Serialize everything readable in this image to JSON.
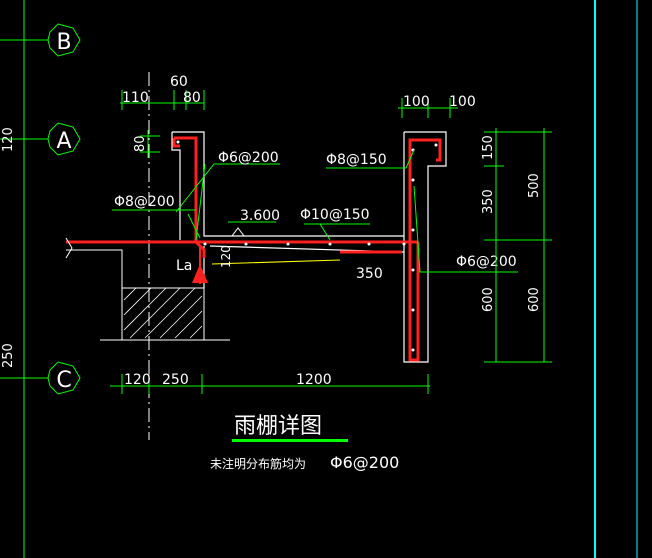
{
  "colors": {
    "background": "#000000",
    "dimension": "#00ff00",
    "rebar": "#ff2020",
    "outline": "#ffffff",
    "annotation": "#ffff00",
    "frame": "#00ffff",
    "title_underline": "#00ff00"
  },
  "axis_labels": {
    "b": "B",
    "a": "A",
    "c": "C"
  },
  "left_dims": {
    "top": "120",
    "bottom": "250"
  },
  "top_dims": {
    "d60": "60",
    "d110": "110",
    "d80": "80",
    "d80v": "80",
    "d100a": "100",
    "d100b": "100"
  },
  "rebar_labels": {
    "phi6_200_left": "Φ6@200",
    "phi8_200": "Φ8@200",
    "phi8_150": "Φ8@150",
    "phi10_150": "Φ10@150",
    "phi6_200_right": "Φ6@200",
    "la": "La"
  },
  "levels": {
    "elev": "3.600",
    "d120": "120",
    "d350": "350"
  },
  "right_dims": {
    "d150": "150",
    "d350": "350",
    "d600a": "600",
    "d500": "500",
    "d600b": "600"
  },
  "bottom_dims": {
    "d120": "120",
    "d250": "250",
    "d1200": "1200"
  },
  "title": "雨棚详图",
  "note": {
    "text": "未注明分布筋均为",
    "spec": "Φ6@200"
  }
}
